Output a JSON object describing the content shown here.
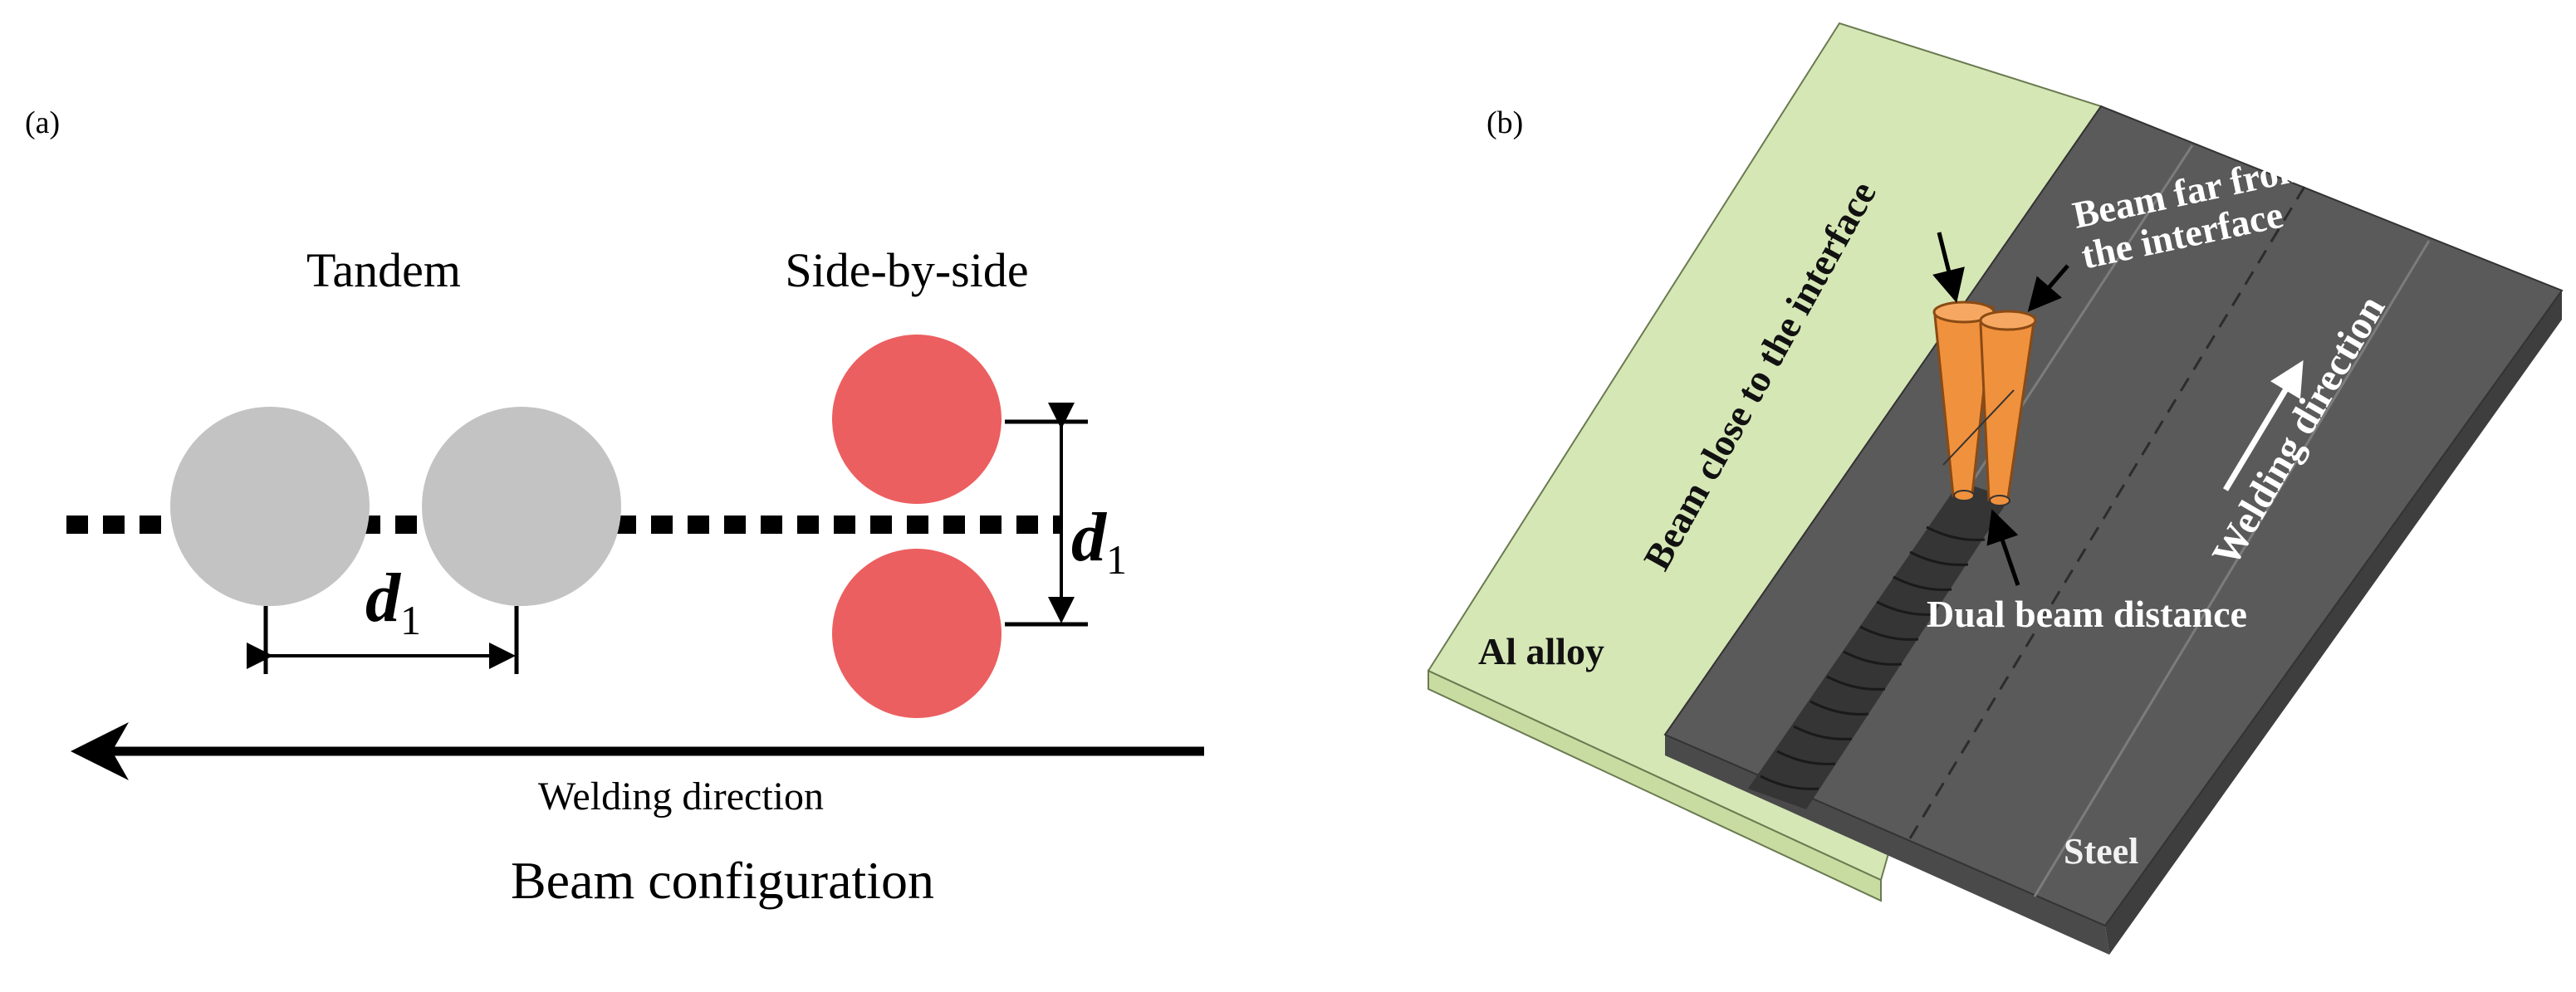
{
  "panel_a": {
    "label": "(a)",
    "tandem_title": "Tandem",
    "side_title": "Side-by-side",
    "distance_symbol": "d",
    "distance_subscript": "1",
    "direction_label": "Welding direction",
    "caption": "Beam configuration",
    "colors": {
      "tandem_beam": "#c3c3c3",
      "side_beam": "#ec5f60",
      "line": "#000000"
    }
  },
  "panel_b": {
    "label": "(b)",
    "al_label": "Al alloy",
    "steel_label": "Steel",
    "beam_close_label": "Beam close to the interface",
    "beam_far_line1": "Beam far from",
    "beam_far_line2": "the interface",
    "direction_label": "Welding direction",
    "distance_label": "Dual beam distance",
    "colors": {
      "al_plate": "#d6e7b6",
      "steel_plate": "#555555",
      "beam": "#f0913d",
      "bead": "#3a3a3a"
    }
  }
}
